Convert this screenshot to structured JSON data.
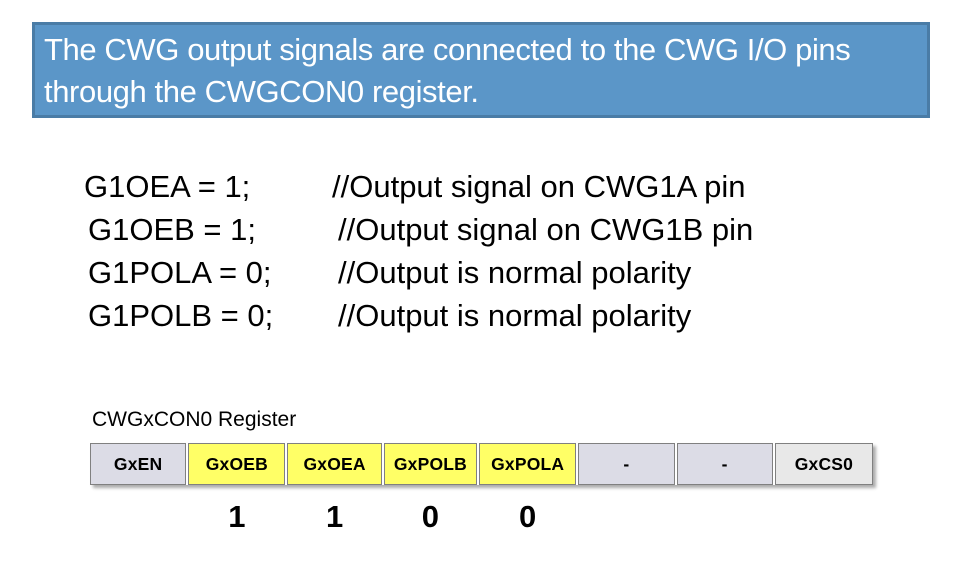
{
  "banner": {
    "text": "The CWG output signals are connected to the CWG I/O pins through the CWGCON0 register.",
    "bg_color": "#5B96C8",
    "border_color": "#4A7CA6",
    "text_color": "#FFFFFF"
  },
  "code": {
    "lines": [
      {
        "statement": "G1OEA = 1;",
        "comment": "//Output signal on CWG1A pin"
      },
      {
        "statement": "G1OEB = 1;",
        "comment": "//Output signal on CWG1B pin"
      },
      {
        "statement": "G1POLA = 0;",
        "comment": "//Output is normal polarity"
      },
      {
        "statement": "G1POLB = 0;",
        "comment": "//Output is normal polarity"
      }
    ]
  },
  "register": {
    "caption": "CWGxCON0 Register",
    "colors": {
      "plain": "#DCDCE6",
      "accent": "#FFFF66",
      "neutral": "#E8E8E8",
      "border": "#808080"
    },
    "cells": [
      {
        "label": "GxEN",
        "style": "plain",
        "width": 98,
        "value": ""
      },
      {
        "label": "GxOEB",
        "style": "accent",
        "width": 99,
        "value": "1"
      },
      {
        "label": "GxOEA",
        "style": "accent",
        "width": 96,
        "value": "1"
      },
      {
        "label": "GxPOLB",
        "style": "accent",
        "width": 95,
        "value": "0"
      },
      {
        "label": "GxPOLA",
        "style": "accent",
        "width": 99,
        "value": "0"
      },
      {
        "label": "-",
        "style": "plain",
        "width": 98,
        "value": ""
      },
      {
        "label": "-",
        "style": "plain",
        "width": 98,
        "value": ""
      },
      {
        "label": "GxCS0",
        "style": "neutral",
        "width": 100,
        "value": ""
      }
    ]
  }
}
